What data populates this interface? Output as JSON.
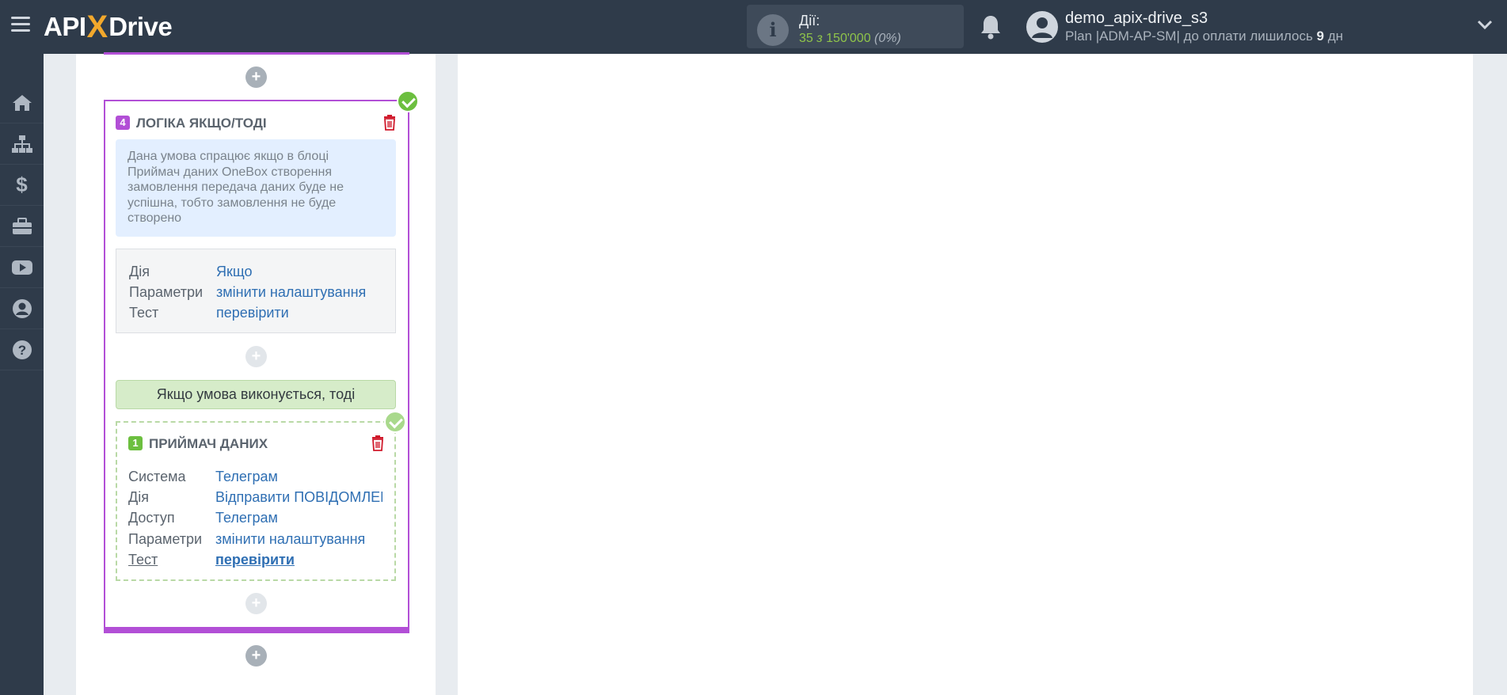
{
  "header": {
    "logo": {
      "api": "API",
      "x": "X",
      "drive": "Drive"
    },
    "actions": {
      "title": "Дії:",
      "used": "35",
      "of": "з",
      "total": "150'000",
      "percent": "(0%)"
    },
    "user": {
      "name": "demo_apix-drive_s3",
      "plan_prefix": "Plan |ADM-AP-SM| до оплати лишилось ",
      "days": "9",
      "days_suffix": " дн"
    }
  },
  "sidebar": {
    "items": [
      {
        "icon": "home-icon"
      },
      {
        "icon": "sitemap-icon"
      },
      {
        "icon": "dollar-icon"
      },
      {
        "icon": "briefcase-icon"
      },
      {
        "icon": "youtube-icon"
      },
      {
        "icon": "user-icon"
      },
      {
        "icon": "help-icon"
      }
    ]
  },
  "logic_block": {
    "number": "4",
    "title": "ЛОГІКА ЯКЩО/ТОДІ",
    "note": "Дана умова спрацює якщо в блоці Приймач даних OneBox створення замовлення передача даних буде не успішна, тобто замовлення не буде створено",
    "rows": [
      {
        "label": "Дія",
        "value": "Якщо"
      },
      {
        "label": "Параметри",
        "value": "змінити налаштування"
      },
      {
        "label": "Тест",
        "value": "перевірити"
      }
    ],
    "condition": "Якщо умова виконується, тоді"
  },
  "receiver_block": {
    "number": "1",
    "title": "ПРИЙМАЧ ДАНИХ",
    "rows": [
      {
        "label": "Система",
        "value": "Телеграм"
      },
      {
        "label": "Дія",
        "value": "Відправити ПОВІДОМЛЕННЯ"
      },
      {
        "label": "Доступ",
        "value": "Телеграм"
      },
      {
        "label": "Параметри",
        "value": "змінити налаштування"
      },
      {
        "label": "Тест",
        "value": "перевірити"
      }
    ]
  },
  "colors": {
    "topbar": "#2f3b4a",
    "accent_purple": "#b24fd6",
    "success_green": "#6cbf3f",
    "link_blue": "#2f6fb3",
    "logo_orange": "#f2a82c"
  }
}
